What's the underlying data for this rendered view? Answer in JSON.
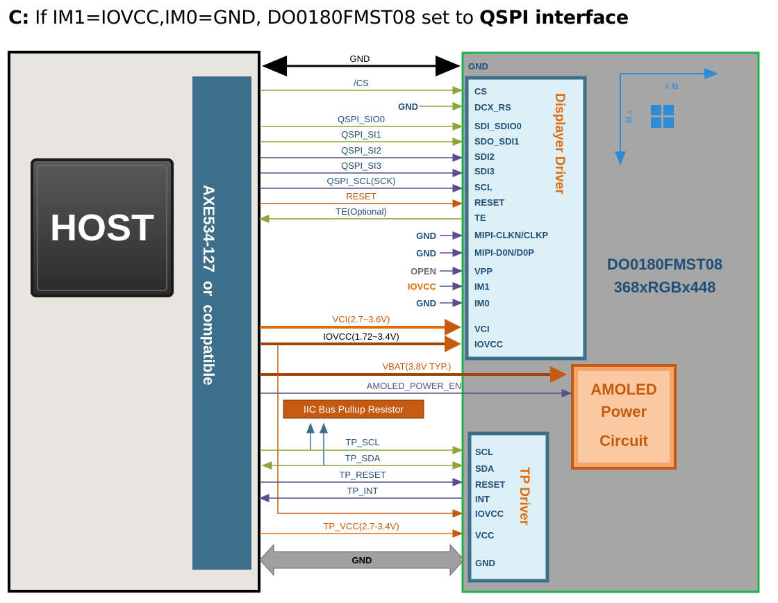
{
  "title": {
    "prefix": "C:",
    "middle": " If IM1=IOVCC,IM0=GND, DO0180FMST08 set to ",
    "bold": "QSPI interface"
  },
  "host": {
    "label": "HOST"
  },
  "mcu": {
    "label": "AXE534-127  or  compatible"
  },
  "module": {
    "name": "DO0180FMST08",
    "resolution": "368xRGBx448",
    "gnd": "GND"
  },
  "display_driver": {
    "title": "Displayer Driver",
    "pins": [
      "CS",
      "DCX_RS",
      "SDI_SDIO0",
      "SDO_SDI1",
      "SDI2",
      "SDI3",
      "SCL",
      "RESET",
      "TE",
      "MIPI-CLKN/CLKP",
      "MIPI-D0N/D0P",
      "VPP",
      "IM1",
      "IM0",
      "VCI",
      "IOVCC"
    ]
  },
  "tp_driver": {
    "title": "TP Driver",
    "pins": [
      "SCL",
      "SDA",
      "RESET",
      "INT",
      "IOVCC",
      "VCC",
      "GND"
    ]
  },
  "power_circuit": {
    "line1": "AMOLED",
    "line2": "Power",
    "line3": "Circuit"
  },
  "pullup": {
    "label": "IIC Bus Pullup Resistor"
  },
  "axis": {
    "x": "X 轴",
    "y": "Y 轴"
  },
  "signals": {
    "gnd_top": "GND",
    "cs": "/CS",
    "dcx_tie": "GND",
    "sio0": "QSPI_SIO0",
    "si1": "QSPI_SI1",
    "si2": "QSPI_SI2",
    "si3": "QSPI_SI3",
    "scl": "QSPI_SCL(SCK)",
    "reset": "RESET",
    "te": "TE(Optional)",
    "clk_tie": "GND",
    "d0_tie": "GND",
    "vpp_tie": "OPEN",
    "im1_tie": "IOVCC",
    "im0_tie": "GND",
    "vci": "VCI(2.7~3.6V)",
    "iovcc": "IOVCC(1.72~3.4V)",
    "vbat": "VBAT(3.8V TYP.)",
    "amoled_en": "AMOLED_POWER_EN",
    "tp_scl": "TP_SCL",
    "tp_sda": "TP_SDA",
    "tp_reset": "TP_RESET",
    "tp_int": "TP_INT",
    "tp_vcc": "TP_VCC(2.7-3.4V)",
    "gnd_bottom": "GND"
  },
  "colors": {
    "green": "#8ca63c",
    "purple": "#5a4e8e",
    "orange": "#c55a11",
    "teal": "#3d6f8b",
    "blue_label": "#1f4e79",
    "pin_text": "#1f4e79",
    "module_bg": "#a6a6a6",
    "host_panel": "#e8e5df"
  }
}
